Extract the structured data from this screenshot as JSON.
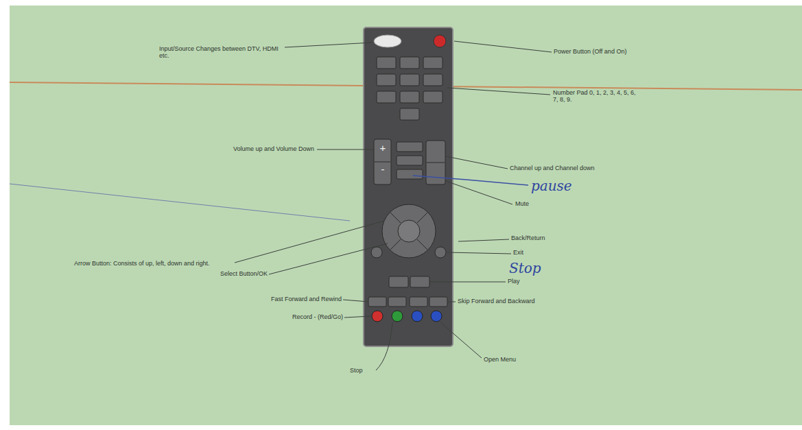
{
  "diagram": {
    "labels": [
      "Input/Source Changes between DTV, HDMI etc.",
      "Power Button (Off and On)",
      "Number Pad 0, 1, 2, 3, 4, 5, 6, 7, 8, 9.",
      "+",
      "-",
      "Volume up and Volume Down",
      "Channel up and Channel down",
      "pause",
      "Mute",
      "Back/Return",
      "Exit",
      "Stop",
      "Play",
      "Arrow Button: Consists of up, left, down and right.",
      "Select Button/OK",
      "Fast Forward and Rewind",
      "Skip Forward and Backward",
      "Record - (Red/Go)",
      "Stop",
      "Open Menu"
    ]
  }
}
